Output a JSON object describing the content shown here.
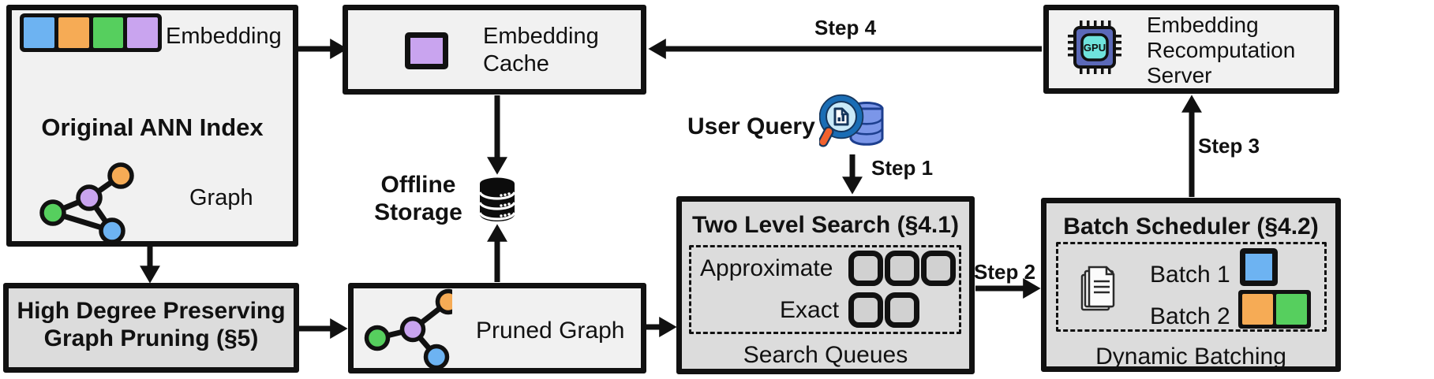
{
  "colors": {
    "ink": "#111111",
    "vector_blue": "#6db3f2",
    "vector_orange": "#f6ab55",
    "vector_green": "#56cf5e",
    "vector_purple": "#c9a4ef",
    "box_light_gray": "#f1f1f1",
    "box_dark_gray": "#dcdcdc",
    "gpu_chip_body": "#5b69b8",
    "gpu_chip_core": "#6fe3dc",
    "query_db_blue": "#7b96e8",
    "magnifier_handle_orange": "#f2622e"
  },
  "ann_index": {
    "embedding_label": "Embedding",
    "title": "Original ANN Index",
    "graph_label": "Graph"
  },
  "embedding_cache": {
    "line1": "Embedding",
    "line2": "Cache"
  },
  "offline_storage": {
    "line1": "Offline",
    "line2": "Storage"
  },
  "graph_pruning": {
    "line1": "High Degree Preserving",
    "line2": "Graph Pruning (§5)"
  },
  "pruned_graph": {
    "label": "Pruned Graph"
  },
  "user_query": {
    "label": "User Query"
  },
  "two_level_search": {
    "title": "Two Level Search (§4.1)",
    "approximate_label": "Approximate",
    "exact_label": "Exact",
    "approximate_queue_count": 3,
    "exact_queue_count": 2,
    "caption": "Search Queues"
  },
  "batch_scheduler": {
    "title": "Batch Scheduler (§4.2)",
    "batch1_label": "Batch 1",
    "batch2_label": "Batch 2",
    "caption": "Dynamic Batching"
  },
  "recomputation_server": {
    "line1": "Embedding",
    "line2": "Recomputation",
    "line3": "Server",
    "gpu_label": "GPU"
  },
  "steps": {
    "step1": "Step 1",
    "step2": "Step 2",
    "step3": "Step 3",
    "step4": "Step 4"
  },
  "icons": {
    "embedding_vector": "four-color-vector-strip",
    "graph": "colored-nodes-graph-icon",
    "offline_storage": "black-database-cylinder-icon",
    "user_query": "magnifier-over-blue-database-icon",
    "documents": "stacked-documents-icon",
    "gpu": "gpu-chip-icon",
    "cached_embedding": "purple-square-icon"
  }
}
